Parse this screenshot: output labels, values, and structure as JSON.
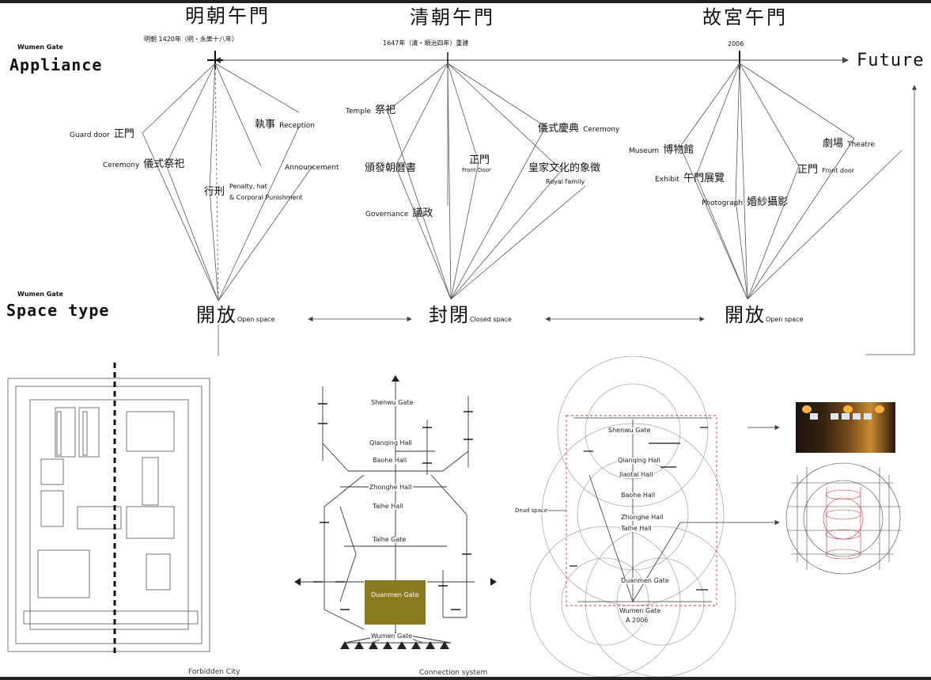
{
  "eras": {
    "ming": {
      "title": "明朝午門",
      "subtitle": "明朝 1420年（明・永樂十八年）"
    },
    "qing": {
      "title": "清朝午門",
      "subtitle": "1647年（清・順治四年）重建"
    },
    "museum": {
      "title": "故宮午門",
      "subtitle": "2006"
    },
    "future": "Future"
  },
  "rows": {
    "appliance": {
      "small": "Wumen Gate",
      "big": "Appliance"
    },
    "space": {
      "small": "Wumen Gate",
      "big": "Space type"
    }
  },
  "nodes": {
    "guard_door": {
      "en": "Guard door",
      "cjk": "正門"
    },
    "ceremony_ming": {
      "en": "Ceremony",
      "cjk": "儀式祭祀"
    },
    "dianzhu": {
      "cjk": "執事",
      "en": "Reception"
    },
    "announcement": {
      "en": "Announcement"
    },
    "penalty": {
      "cjk": "行刑",
      "en1": "Penalty, hat",
      "en2": "& Corporal Punishment"
    },
    "temple": {
      "en": "Temple",
      "cjk": "祭祀"
    },
    "promulgate": {
      "cjk": "頒發朝曆書"
    },
    "front_door": {
      "cjk": "正門",
      "en": "Front Door"
    },
    "governance": {
      "en": "Governance",
      "cjk": "議政"
    },
    "ceremony_qing": {
      "cjk": "儀式慶典",
      "en": "Ceremony"
    },
    "royal_family": {
      "cjk": "皇家文化的象徵",
      "en": "Royal family"
    },
    "museum": {
      "en": "Museum",
      "cjk": "博物館"
    },
    "exhibit": {
      "en": "Exhibit",
      "cjk": "午門展覽"
    },
    "photograph": {
      "en": "Photograph",
      "cjk": "婚紗攝影"
    },
    "theatre": {
      "cjk": "劇場",
      "en": "Theatre"
    },
    "front_door_2": {
      "cjk": "正門",
      "en": "Front door"
    }
  },
  "space_types": {
    "ming": {
      "cjk": "開放",
      "en": "Open space"
    },
    "qing": {
      "cjk": "封閉",
      "en": "Closed space"
    },
    "museum": {
      "cjk": "開放",
      "en": "Open space"
    }
  },
  "connection": {
    "halls": [
      "Shenwu Gate",
      "Qianqing Hall",
      "Baohe Hall",
      "Zhonghe Hall",
      "Taihe Hall",
      "Taihe Gate"
    ],
    "gate_label": "Wumen Gate",
    "box_label": "Duanmen Gate"
  },
  "circles": {
    "top_hall": "Shenwu Gate",
    "halls": [
      "Qianqing Hall",
      "Jiaotai Hall",
      "Baohe Hall",
      "Zhonghe Hall",
      "Taihe Hall"
    ],
    "gate": "Duanmen Gate",
    "bottom": "Wumen Gate",
    "bottom_year": "A 2006",
    "side_label": "Dead space"
  },
  "captions": {
    "forbidden_city": "Forbidden City",
    "connection_system": "Connection system"
  },
  "colors": {
    "line": "#555555",
    "gate_fill": "#8a7a1f",
    "accent_red": "#d0303a"
  }
}
